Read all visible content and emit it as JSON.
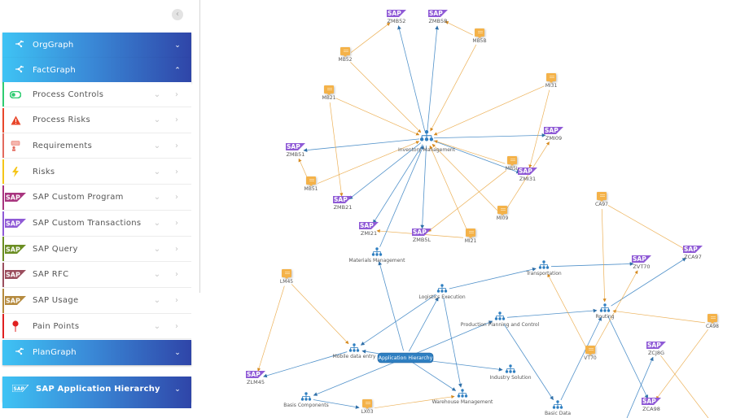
{
  "colors": {
    "edge_blue": "#3f86c4",
    "edge_orange": "#e9a33b",
    "sap_purple": "#8f5ad6",
    "tcode_orange": "#f4b24a",
    "hierarchy_blue": "#2f7fc1"
  },
  "sidebar": {
    "collapse_icon": "chevron-left-icon",
    "panels": [
      {
        "id": "orggraph",
        "title": "OrgGraph",
        "icon": "graph-network-icon",
        "expanded": false
      },
      {
        "id": "factgraph",
        "title": "FactGraph",
        "icon": "graph-network-icon",
        "expanded": true
      },
      {
        "id": "plangraph",
        "title": "PlanGraph",
        "icon": "graph-network-icon",
        "expanded": false
      },
      {
        "id": "sap-application-hierarchy",
        "title": "SAP Application Hierarchy",
        "icon": "sap-logo-icon",
        "expanded": false
      }
    ],
    "fact_items": [
      {
        "label": "Process Controls",
        "icon": "toggle-icon",
        "color": "#2ecc71"
      },
      {
        "label": "Process Risks",
        "icon": "warning-icon",
        "color": "#e8472b"
      },
      {
        "label": "Requirements",
        "icon": "requirements-icon",
        "color": "#e36a5d"
      },
      {
        "label": "Risks",
        "icon": "lightning-icon",
        "color": "#f5c518"
      },
      {
        "label": "SAP Custom Program",
        "icon": "sap-logo-icon",
        "color": "#a8357f"
      },
      {
        "label": "SAP Custom Transactions",
        "icon": "sap-logo-icon",
        "color": "#8f5ad6"
      },
      {
        "label": "SAP Query",
        "icon": "sap-logo-icon",
        "color": "#6b8e23"
      },
      {
        "label": "SAP RFC",
        "icon": "sap-logo-icon",
        "color": "#9b4e5e"
      },
      {
        "label": "SAP Usage",
        "icon": "sap-logo-icon",
        "color": "#b58a3e"
      },
      {
        "label": "Pain Points",
        "icon": "pin-icon",
        "color": "#e02020"
      }
    ],
    "sap_text": "SAP"
  },
  "graph": {
    "selected_label": "Application Hierarchy",
    "hierarchy_nodes": [
      {
        "id": "inv",
        "label": "Inventory Management"
      },
      {
        "id": "mat",
        "label": "Materials Management"
      },
      {
        "id": "log",
        "label": "Logistics Execution"
      },
      {
        "id": "trn",
        "label": "Transportation"
      },
      {
        "id": "ppc",
        "label": "Production Planning and Control"
      },
      {
        "id": "rou",
        "label": "Routing"
      },
      {
        "id": "mob",
        "label": "Mobile data entry"
      },
      {
        "id": "ind",
        "label": "Industry Solution"
      },
      {
        "id": "bas",
        "label": "Basis Components"
      },
      {
        "id": "whm",
        "label": "Warehouse Management"
      },
      {
        "id": "bsd",
        "label": "Basic Data"
      }
    ],
    "sap_nodes": [
      {
        "id": "ZMB52",
        "label": "ZMB52"
      },
      {
        "id": "ZMB5B",
        "label": "ZMB5B"
      },
      {
        "id": "ZMI09",
        "label": "ZMI09"
      },
      {
        "id": "ZMB51",
        "label": "ZMB51"
      },
      {
        "id": "ZMI31",
        "label": "ZMI31"
      },
      {
        "id": "ZMB21",
        "label": "ZMB21"
      },
      {
        "id": "ZMI21",
        "label": "ZMI21"
      },
      {
        "id": "ZMB5L",
        "label": "ZMB5L"
      },
      {
        "id": "ZVT70",
        "label": "ZVT70"
      },
      {
        "id": "ZCA97",
        "label": "ZCA97"
      },
      {
        "id": "ZLM45",
        "label": "ZLM45"
      },
      {
        "id": "ZCJ8G",
        "label": "ZCJ8G"
      },
      {
        "id": "ZCA98",
        "label": "ZCA98"
      }
    ],
    "tcode_nodes": [
      {
        "id": "MB52",
        "label": "MB52"
      },
      {
        "id": "MB5B",
        "label": "MB5B"
      },
      {
        "id": "MB21",
        "label": "MB21"
      },
      {
        "id": "MI31",
        "label": "MI31"
      },
      {
        "id": "MB51",
        "label": "MB51"
      },
      {
        "id": "MB5L",
        "label": "MB5L"
      },
      {
        "id": "MI09",
        "label": "MI09"
      },
      {
        "id": "MI21",
        "label": "MI21"
      },
      {
        "id": "CA97",
        "label": "CA97"
      },
      {
        "id": "LM45",
        "label": "LM45"
      },
      {
        "id": "CA98",
        "label": "CA98"
      },
      {
        "id": "VT70",
        "label": "VT70"
      },
      {
        "id": "LX03",
        "label": "LX03"
      }
    ],
    "edges": [
      {
        "from": "inv",
        "to": "ZMB52",
        "type": "blue"
      },
      {
        "from": "inv",
        "to": "ZMB5B",
        "type": "blue"
      },
      {
        "from": "inv",
        "to": "ZMI09",
        "type": "blue"
      },
      {
        "from": "inv",
        "to": "ZMB51",
        "type": "blue"
      },
      {
        "from": "inv",
        "to": "ZMI31",
        "type": "blue"
      },
      {
        "from": "inv",
        "to": "ZMB21",
        "type": "blue"
      },
      {
        "from": "inv",
        "to": "ZMI21",
        "type": "blue"
      },
      {
        "from": "inv",
        "to": "ZMB5L",
        "type": "blue"
      },
      {
        "from": "MB52",
        "to": "ZMB52",
        "type": "orange"
      },
      {
        "from": "MB5B",
        "to": "ZMB5B",
        "type": "orange"
      },
      {
        "from": "MB52",
        "to": "inv",
        "type": "orange"
      },
      {
        "from": "MB5B",
        "to": "inv",
        "type": "orange"
      },
      {
        "from": "MB21",
        "to": "inv",
        "type": "orange"
      },
      {
        "from": "MI31",
        "to": "inv",
        "type": "orange"
      },
      {
        "from": "MB51",
        "to": "inv",
        "type": "orange"
      },
      {
        "from": "MB5L",
        "to": "inv",
        "type": "orange"
      },
      {
        "from": "MI09",
        "to": "inv",
        "type": "orange"
      },
      {
        "from": "MI21",
        "to": "inv",
        "type": "orange"
      },
      {
        "from": "MB21",
        "to": "ZMB21",
        "type": "orange"
      },
      {
        "from": "MB51",
        "to": "ZMB51",
        "type": "orange"
      },
      {
        "from": "MI31",
        "to": "ZMI31",
        "type": "orange"
      },
      {
        "from": "MI09",
        "to": "ZMI09",
        "type": "orange"
      },
      {
        "from": "MI21",
        "to": "ZMI21",
        "type": "orange"
      },
      {
        "from": "MB5L",
        "to": "ZMB5L",
        "type": "orange"
      },
      {
        "from": "mat",
        "to": "inv",
        "type": "blue"
      },
      {
        "from": "app",
        "to": "mat",
        "type": "blue"
      },
      {
        "from": "app",
        "to": "log",
        "type": "blue"
      },
      {
        "from": "app",
        "to": "ppc",
        "type": "blue"
      },
      {
        "from": "app",
        "to": "mob",
        "type": "blue"
      },
      {
        "from": "app",
        "to": "ind",
        "type": "blue"
      },
      {
        "from": "app",
        "to": "bas",
        "type": "blue"
      },
      {
        "from": "app",
        "to": "whm",
        "type": "blue"
      },
      {
        "from": "log",
        "to": "trn",
        "type": "blue"
      },
      {
        "from": "log",
        "to": "mob",
        "type": "blue"
      },
      {
        "from": "log",
        "to": "whm",
        "type": "blue"
      },
      {
        "from": "trn",
        "to": "ZVT70",
        "type": "blue"
      },
      {
        "from": "ppc",
        "to": "bsd",
        "type": "blue"
      },
      {
        "from": "ppc",
        "to": "rou",
        "type": "blue"
      },
      {
        "from": "bsd",
        "to": "rou",
        "type": "blue"
      },
      {
        "from": "rou",
        "to": "ZCA97",
        "type": "blue"
      },
      {
        "from": "rou",
        "to": "ZCA98",
        "type": "blue"
      },
      {
        "from": "mob",
        "to": "ZLM45",
        "type": "blue"
      },
      {
        "from": "CA97",
        "to": "ZCA97",
        "type": "orange"
      },
      {
        "from": "CA97",
        "to": "rou",
        "type": "orange"
      },
      {
        "from": "CA98",
        "to": "rou",
        "type": "orange"
      },
      {
        "from": "CA98",
        "to": "ZCA98",
        "type": "orange"
      },
      {
        "from": "VT70",
        "to": "ZVT70",
        "type": "orange"
      },
      {
        "from": "VT70",
        "to": "trn",
        "type": "orange"
      },
      {
        "from": "LM45",
        "to": "ZLM45",
        "type": "orange"
      },
      {
        "from": "LM45",
        "to": "mob",
        "type": "orange"
      },
      {
        "from": "LX03",
        "to": "whm",
        "type": "orange"
      },
      {
        "from": "bas",
        "to": "LX03",
        "type": "blue"
      },
      {
        "from": "ZCJ8G",
        "to": "bottom",
        "type": "orange"
      },
      {
        "from": "bottom2",
        "to": "ZCJ8G",
        "type": "blue"
      }
    ]
  }
}
